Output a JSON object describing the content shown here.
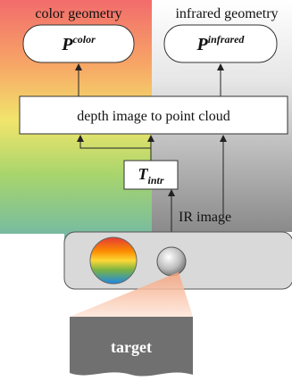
{
  "panels": {
    "color": {
      "title": "color geometry",
      "box": {
        "symbol": "P",
        "superscript": "color"
      }
    },
    "infrared": {
      "title": "infrared geometry",
      "box": {
        "symbol": "P",
        "superscript": "infrared"
      }
    }
  },
  "depth_box": {
    "label": "depth image to point cloud"
  },
  "intr_box": {
    "symbol": "T",
    "subscript": "intr"
  },
  "ir_image_label": "IR image",
  "target_label": "target"
}
